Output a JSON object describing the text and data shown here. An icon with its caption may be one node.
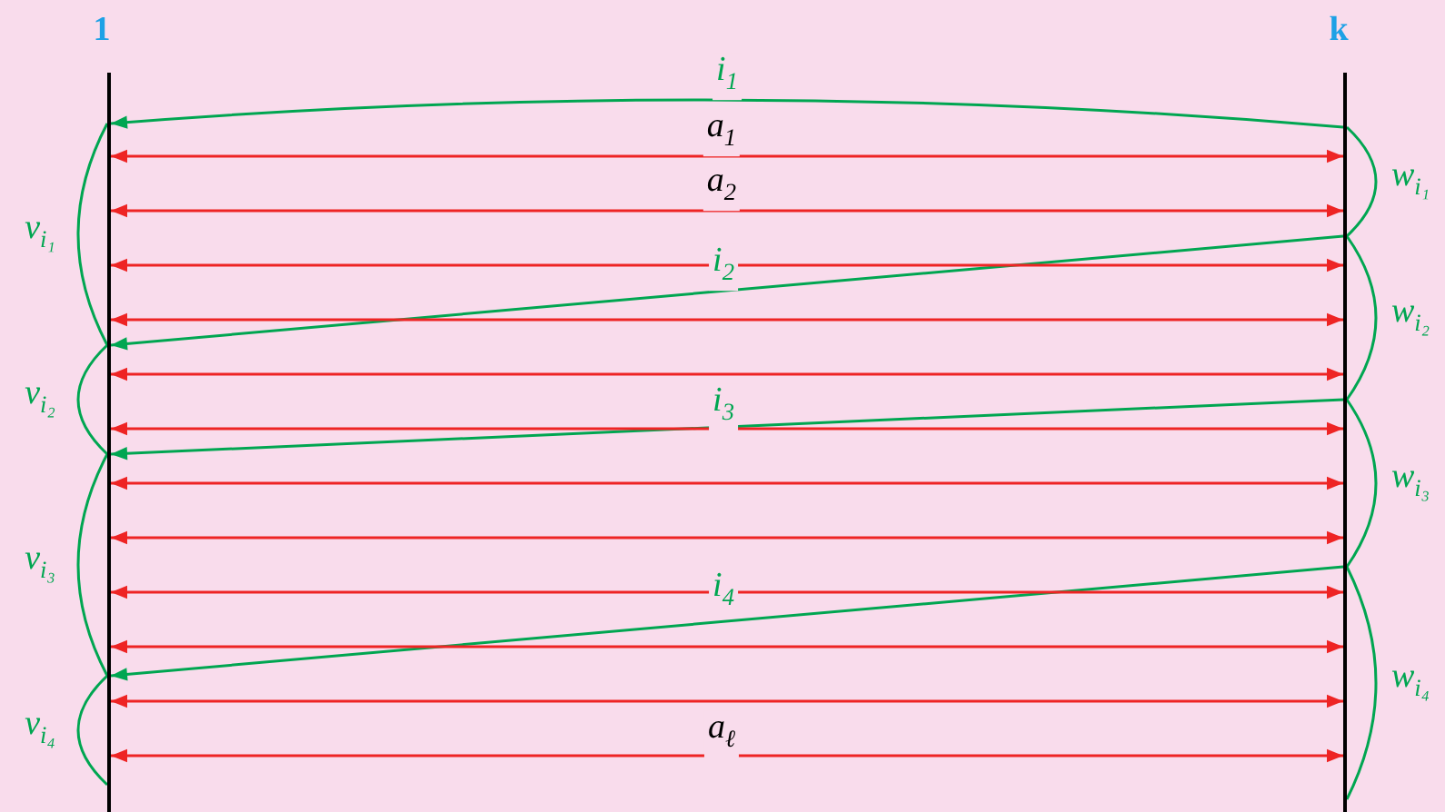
{
  "diagram": {
    "nodes": [
      {
        "text": [
          "1"
        ]
      },
      {
        "text": [
          "k"
        ]
      }
    ],
    "edges": [
      {
        "from": 1,
        "to": 0,
        "arrow": "to",
        "label": "i$_{1}$",
        "color": "#00a651"
      },
      {
        "from": 0,
        "to": 1,
        "arrow": "both",
        "label": "a$_{1}$"
      },
      {
        "from": 0,
        "to": 1,
        "arrow": "both",
        "label": "a$_{2}$"
      },
      {
        "from": 1,
        "to": 0,
        "arrow": "to",
        "label": "i$_{2}$",
        "color": "#00a651"
      },
      {
        "from": 0,
        "to": 1,
        "arrow": "both"
      },
      {
        "from": 0,
        "to": 1,
        "arrow": "both"
      },
      {
        "from": 0,
        "to": 1,
        "arrow": "both"
      },
      {
        "from": 1,
        "to": 0,
        "arrow": "to",
        "label": "i$_{3}$",
        "color": "#00a651"
      },
      {
        "from": 0,
        "to": 1,
        "arrow": "both"
      },
      {
        "from": 0,
        "to": 1,
        "arrow": "both"
      },
      {
        "from": 0,
        "to": 1,
        "arrow": "both"
      },
      {
        "from": 1,
        "to": 0,
        "arrow": "to",
        "label": "i$_{4}$",
        "color": "#00a651"
      },
      {
        "from": 0,
        "to": 1,
        "arrow": "both"
      },
      {
        "from": 0,
        "to": 1,
        "arrow": "both"
      },
      {
        "from": 0,
        "to": 1,
        "arrow": "both"
      },
      {
        "from": 0,
        "to": 1,
        "arrow": "both",
        "label": "a$_{ℓ}$"
      }
    ],
    "labels": [
      "w$_{i₁}$",
      "v$_{i₁}$",
      "w$_{i₂}$",
      "v$_{i₂}$",
      "w$_{i₃}$",
      "v$_{i₃}$",
      "w$_{i₄}$",
      "v$_{i₄}$"
    ]
  }
}
